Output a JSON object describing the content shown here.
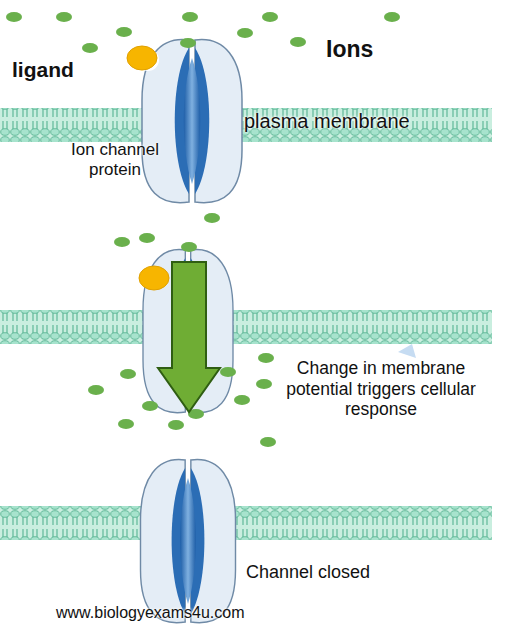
{
  "diagram": {
    "labels": [
      "ligand",
      "Ions",
      "plasma membrane",
      "Ion channel protein",
      "Change in membrane potential triggers cellular response",
      "Channel closed",
      "www.biologyexams4u.com"
    ]
  }
}
